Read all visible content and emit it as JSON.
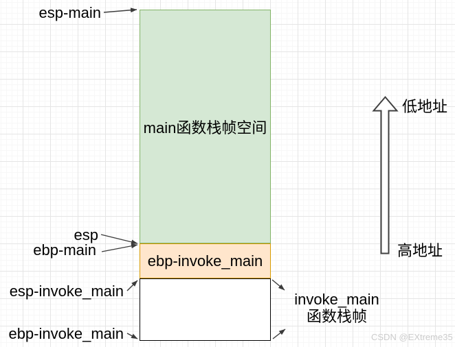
{
  "diagram": {
    "boxes": {
      "main_frame": {
        "label": "main函数栈帧空间",
        "fill": "#d5e8d4",
        "border": "#82b366"
      },
      "ebp_slot": {
        "label": "ebp-invoke_main",
        "fill": "#ffe6cc",
        "border": "#d79b00"
      },
      "invoke_frame": {
        "fill": "#ffffff",
        "border": "#000000"
      }
    },
    "pointer_labels": {
      "esp_main": "esp-main",
      "esp": "esp",
      "ebp_main": "ebp-main",
      "esp_invoke_main": "esp-invoke_main",
      "ebp_invoke_main": "ebp-invoke_main"
    },
    "annotations": {
      "invoke_frame_line1": "invoke_main",
      "invoke_frame_line2": "函数栈帧"
    },
    "address_axis": {
      "arrow_direction": "up",
      "top_label": "低地址",
      "bottom_label": "高地址"
    },
    "arrow_color": "#3b3b3b",
    "watermark": "CSDN @EXtreme35"
  }
}
